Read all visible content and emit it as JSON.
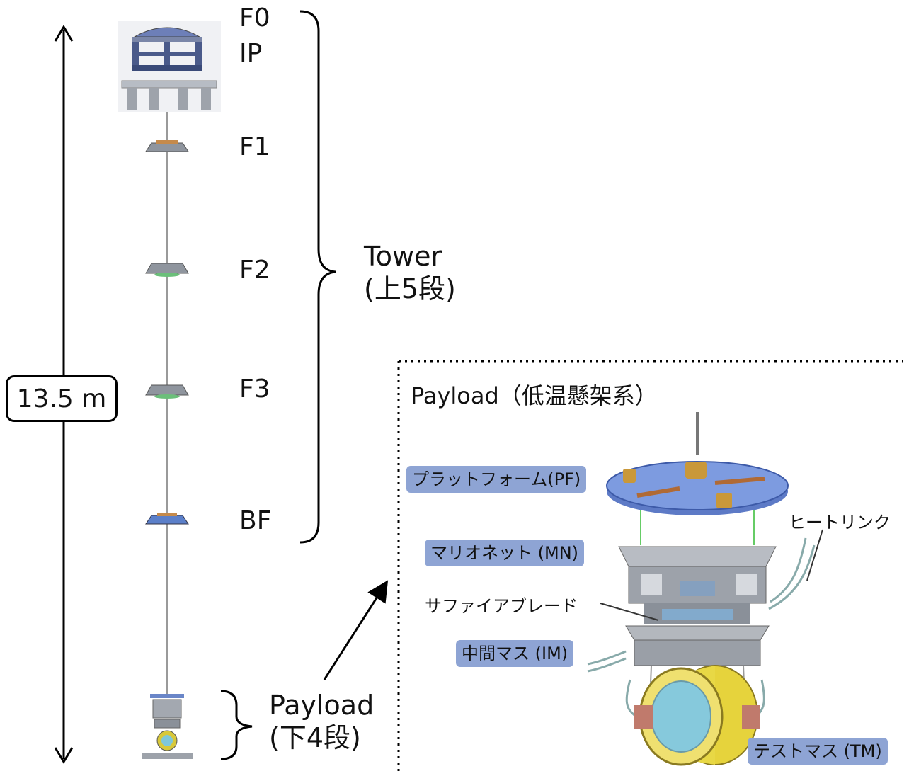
{
  "height_label": "13.5 m",
  "stages": {
    "f0": "F0",
    "ip": "IP",
    "f1": "F1",
    "f2": "F2",
    "f3": "F3",
    "bf": "BF"
  },
  "groups": {
    "tower_line1": "Tower",
    "tower_line2": "(上5段)",
    "payload_line1": "Payload",
    "payload_line2": "(下4段)"
  },
  "payload_panel": {
    "title": "Payload（低温懸架系）",
    "tags": {
      "pf": "プラットフォーム(PF)",
      "mn": "マリオネット (MN)",
      "im": "中間マス (IM)",
      "tm": "テストマス (TM)"
    },
    "notes": {
      "heat_link": "ヒートリンク",
      "sapphire_blade": "サファイアブレード"
    }
  },
  "colors": {
    "tag_fill": "#8ea4d4",
    "platform_blue": "#6e8fd6",
    "test_mass_yellow": "#e8d53a",
    "metal_gray": "#a9adb3"
  }
}
